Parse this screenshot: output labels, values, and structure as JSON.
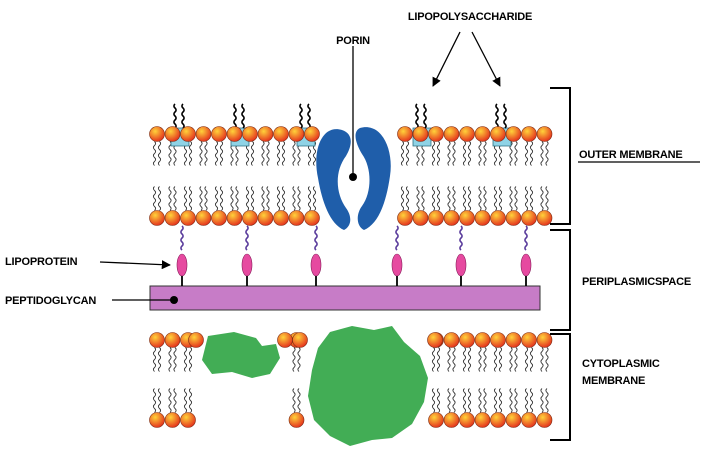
{
  "labels": {
    "porin": "PORIN",
    "lipopolysaccharide": "LIPOPOLYSACCHARIDE",
    "outer_membrane": "OUTER MEMBRANE",
    "lipoprotein": "LIPOPROTEIN",
    "peptidoglycan": "PEPTIDOGLYCAN",
    "periplasmic_space": "PERIPLASMICSPACE",
    "cytoplasmic_membrane_line1": "CYTOPLASMIC",
    "cytoplasmic_membrane_line2": "MEMBRANE"
  },
  "colors": {
    "head_light": "#ffd23a",
    "head_dark": "#e2261b",
    "porin": "#1f5eaa",
    "lps_box": "#8fd3e6",
    "lipoprotein": "#e64aa0",
    "linker": "#5a3c9c",
    "peptidoglycan": "#c77cc7",
    "membrane_protein": "#42ad55",
    "tail": "#333333"
  }
}
